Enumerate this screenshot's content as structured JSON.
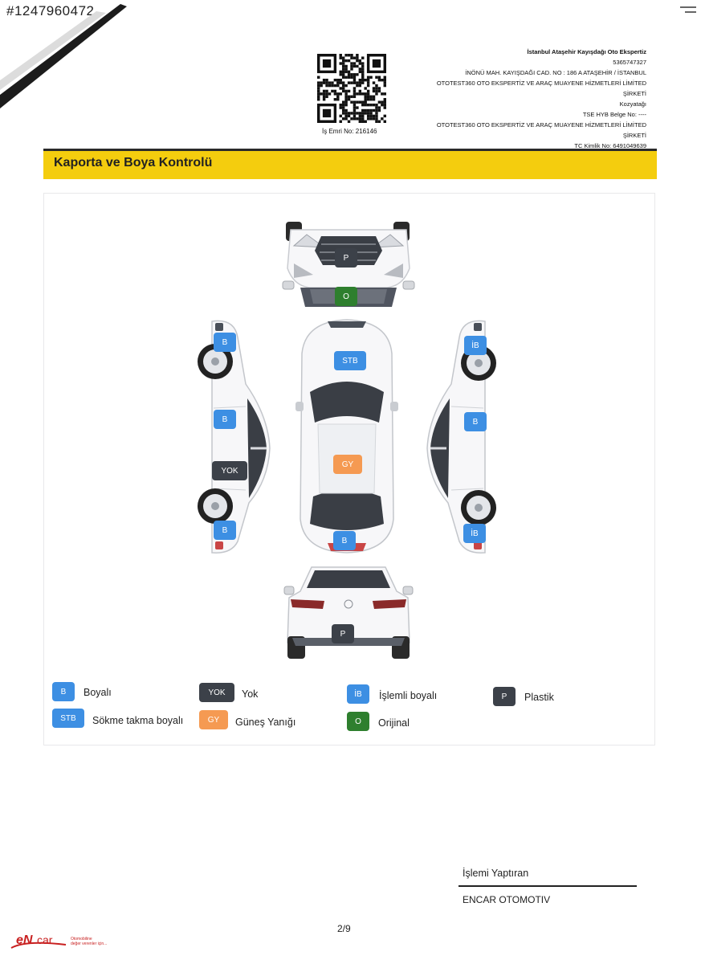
{
  "document": {
    "id": "#1247960472",
    "qr_label": "QR code",
    "work_order": "İş Emri No: 216146",
    "company_lines": [
      "İstanbul Ataşehir Kayışdağı Oto Ekspertiz",
      "5365747327",
      "İNÖNÜ MAH. KAYIŞDAĞI CAD. NO : 186 A ATAŞEHİR / İSTANBUL",
      "OTOTEST360 OTO EKSPERTİZ VE ARAÇ MUAYENE HİZMETLERİ LİMİTED",
      "ŞİRKETİ",
      "Kozyatağı",
      "TSE HYB Belge No: ----",
      "OTOTEST360 OTO EKSPERTİZ VE ARAÇ MUAYENE HİZMETLERİ LİMİTED",
      "ŞİRKETİ",
      "TC Kimlik No: 6491049639"
    ],
    "section_title": "Kaporta ve Boya Kontrolü",
    "section_color": "#f4cd0e",
    "page": "2/9",
    "signer_label": "İşlemi Yaptıran",
    "signer_name": "ENCAR OTOMOTIV",
    "logo_text": "eNcar",
    "logo_tagline": [
      "Otomobiline",
      "değer verenler için..."
    ]
  },
  "colors": {
    "blue": "#3d8fe3",
    "dark": "#3c4149",
    "green": "#2e7f2e",
    "orange": "#f59a52"
  },
  "parts": {
    "front_bumper": "P",
    "hood_front": "O",
    "left_front_fender": "B",
    "left_front_door": "B",
    "left_rear_door": "YOK",
    "left_rear_fender": "B",
    "hood_top": "STB",
    "roof": "GY",
    "trunk_top": "B",
    "right_front_fender": "İB",
    "right_front_door": "B",
    "right_rear_fender": "İB",
    "rear_bumper": "P"
  },
  "legend": [
    {
      "code": "B",
      "label": "Boyalı",
      "color": "blue"
    },
    {
      "code": "YOK",
      "label": "Yok",
      "color": "dark"
    },
    {
      "code": "İB",
      "label": "İşlemli boyalı",
      "color": "blue"
    },
    {
      "code": "P",
      "label": "Plastik",
      "color": "dark"
    },
    {
      "code": "STB",
      "label": "Sökme takma boyalı",
      "color": "blue"
    },
    {
      "code": "GY",
      "label": "Güneş Yanığı",
      "color": "orange"
    },
    {
      "code": "O",
      "label": "Orijinal",
      "color": "green"
    }
  ]
}
